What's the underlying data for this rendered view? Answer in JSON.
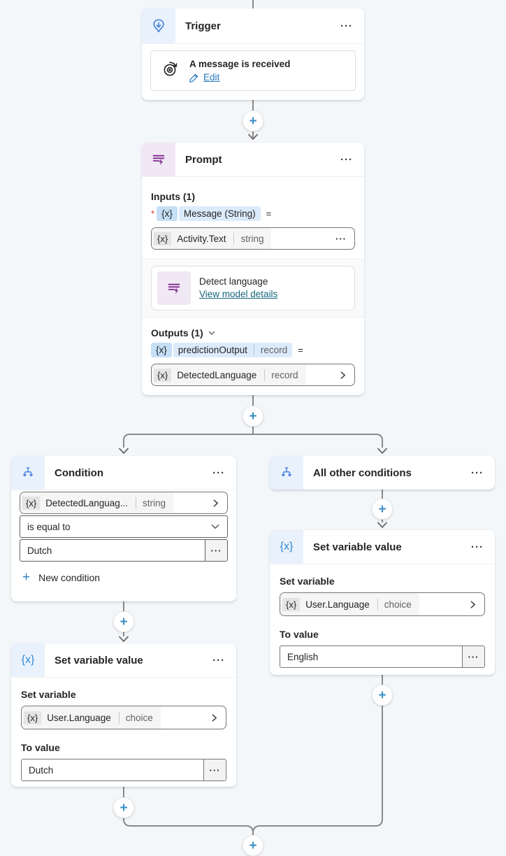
{
  "glyphs": {
    "more": "···",
    "plus": "+",
    "var_token": "{x}",
    "equals": "=",
    "required": "*"
  },
  "colors": {
    "canvas_bg": "#f4f7fa",
    "accent_link": "#2879bd",
    "model_link": "#16657e",
    "required": "#d13438",
    "connector": "#8a8a88",
    "plus_icon": "#3b90c5",
    "prompt_icon": "#7f2b8e",
    "node_icon_blue": "#3b7dd8"
  },
  "trigger": {
    "title": "Trigger",
    "action": {
      "label": "A message is received",
      "edit": "Edit"
    }
  },
  "prompt": {
    "title": "Prompt",
    "inputs_heading": "Inputs (1)",
    "input": {
      "name": "Message (String)",
      "value": "Activity.Text",
      "value_type": "string"
    },
    "model": {
      "name": "Detect language",
      "link": "View model details"
    },
    "outputs_heading": "Outputs (1)",
    "output": {
      "name": "predictionOutput",
      "type": "record",
      "value": "DetectedLanguage",
      "value_type": "record"
    }
  },
  "condition": {
    "title": "Condition",
    "operand": "DetectedLanguag...",
    "operand_type": "string",
    "operator": "is equal to",
    "value": "Dutch",
    "new_condition_label": "New condition"
  },
  "all_other_conditions": {
    "title": "All other conditions"
  },
  "set_variable_left": {
    "title": "Set variable value",
    "variable_heading": "Set variable",
    "variable": "User.Language",
    "variable_type": "choice",
    "to_value_heading": "To value",
    "value": "Dutch"
  },
  "set_variable_right": {
    "title": "Set variable value",
    "variable_heading": "Set variable",
    "variable": "User.Language",
    "variable_type": "choice",
    "to_value_heading": "To value",
    "value": "English"
  }
}
